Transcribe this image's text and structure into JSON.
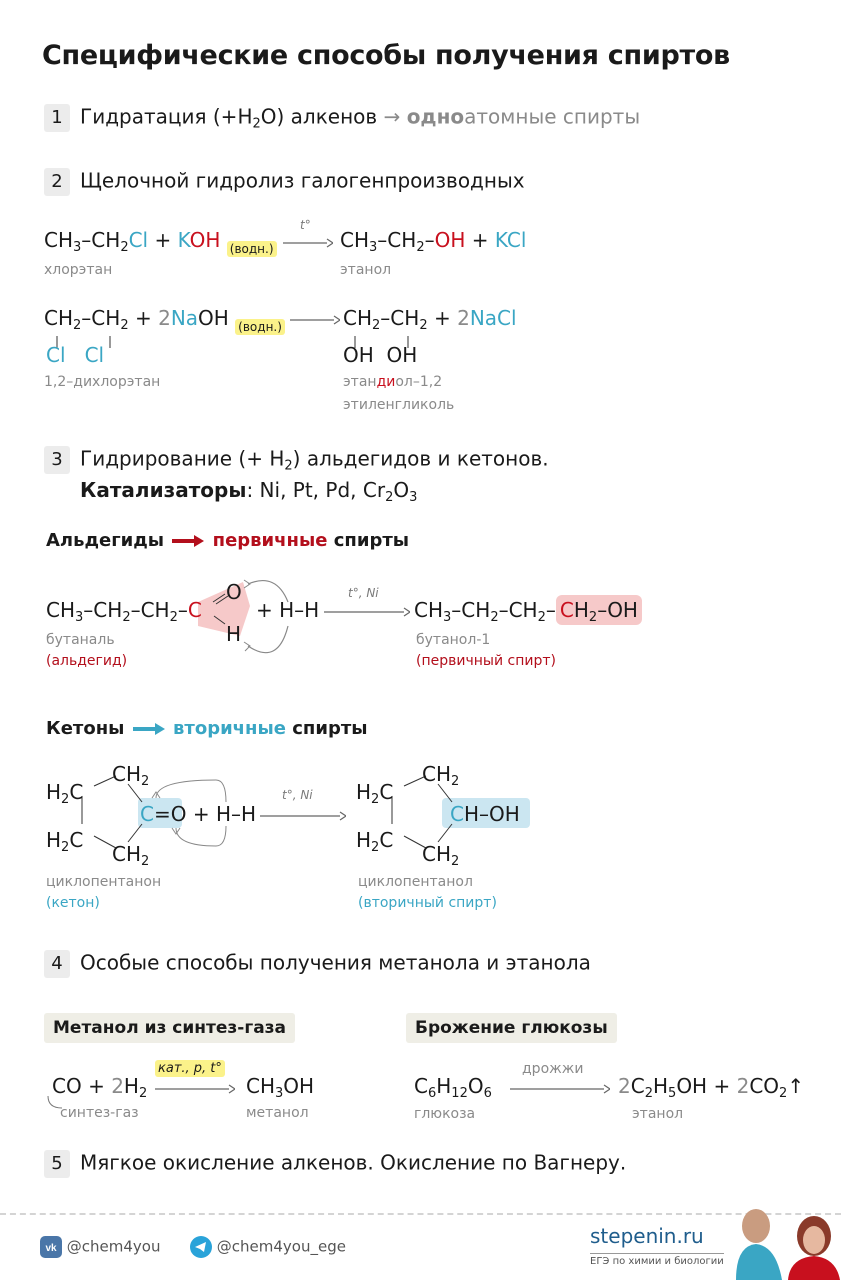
{
  "title": "Специфические способы получения спиртов",
  "s1": {
    "num": "1",
    "text_a": "Гидратация (+H",
    "sub": "2",
    "text_b": "O) алкенов",
    "arrow": "→",
    "bold": "одно",
    "rest": "атомные спирты"
  },
  "s2": {
    "num": "2",
    "text": "Щелочной гидролиз галогенпроизводных",
    "r1": {
      "arrow_label": "t°",
      "reactant_name": "хлорэтан",
      "product_name": "этанол",
      "cond": "(водн.)"
    },
    "r2": {
      "reactant_name": "1,2–дихлорэтан",
      "cond": "(водн.)",
      "product_name_a": "этан",
      "product_name_b": "ди",
      "product_name_c": "ол–1,2",
      "product_name2": "этиленгликоль"
    }
  },
  "s3": {
    "num": "3",
    "line1_a": "Гидрирование (+ H",
    "line1_sub": "2",
    "line1_b": ") альдегидов и кетонов.",
    "cat_bold": "Катализаторы",
    "cat_rest": ": Ni, Pt, Pd, Cr",
    "cat_sub1": "2",
    "cat_o": "O",
    "cat_sub2": "3",
    "ald": {
      "head_a": "Альдегиды",
      "head_b": "первичные",
      "head_c": "спирты",
      "arrow_label": "t°, Ni",
      "r_name": "бутаналь",
      "r_class": "(альдегид)",
      "p_name": "бутанол-1",
      "p_class": "(первичный спирт)"
    },
    "ket": {
      "head_a": "Кетоны",
      "head_b": "вторичные",
      "head_c": "спирты",
      "arrow_label": "t°, Ni",
      "r_name": "циклопентанон",
      "r_class": "(кетон)",
      "p_name": "циклопентанол",
      "p_class": "(вторичный спирт)"
    }
  },
  "s4": {
    "num": "4",
    "text": "Особые способы получения метанола и этанола",
    "meth": {
      "box": "Метанол из синтез-газа",
      "cond": "кат., p, t°",
      "under": "синтез-газ",
      "p_name": "метанол"
    },
    "ferm": {
      "box": "Брожение глюкозы",
      "cond": "дрожжи",
      "r_name": "глюкоза",
      "p_name": "этанол"
    }
  },
  "s5": {
    "num": "5",
    "text": "Мягкое окисление алкенов. Окисление по Вагнеру."
  },
  "footer": {
    "vk": "@chem4you",
    "tg": "@chem4you_ege",
    "site": "stepenin.ru",
    "tagline": "ЕГЭ по химии и биологии"
  },
  "colors": {
    "red": "#c8101e",
    "blue": "#3aa6c4",
    "vk": "#4a76a8",
    "tg": "#2aa3d9"
  }
}
